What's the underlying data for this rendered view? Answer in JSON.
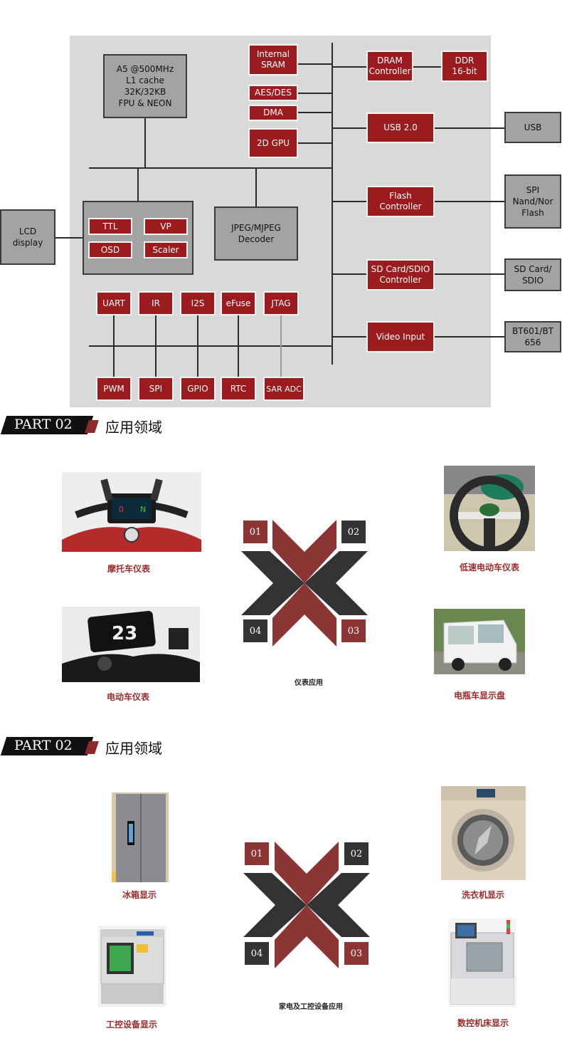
{
  "diagram": {
    "cpu": "A5 @500MHz\nL1 cache\n32K/32KB\nFPU & NEON",
    "internal_sram": "Internal\nSRAM",
    "aes_des": "AES/DES",
    "dma": "DMA",
    "gpu_2d": "2D GPU",
    "dram_controller": "DRAM\nController",
    "ddr": "DDR\n16-bit",
    "usb20": "USB 2.0",
    "usb": "USB",
    "flash_controller": "Flash\nController",
    "spi_flash": "SPI\nNand/Nor\nFlash",
    "sd_controller": "SD Card/SDIO\nController",
    "sd_card": "SD Card/\nSDIO",
    "video_input": "Video Input",
    "bt601": "BT601/BT\n656",
    "lcd_display": "LCD\ndisplay",
    "ttl": "TTL",
    "vp": "VP",
    "osd": "OSD",
    "scaler": "Scaler",
    "jpeg_decoder": "JPEG/MJPEG\nDecoder",
    "uart": "UART",
    "ir": "IR",
    "i2s": "I2S",
    "efuse": "eFuse",
    "jtag": "JTAG",
    "pwm": "PWM",
    "spi": "SPI",
    "gpio": "GPIO",
    "rtc": "RTC",
    "sar_adc": "SAR ADC"
  },
  "section1": {
    "part_label": "PART 02",
    "title": "应用领域",
    "center_caption": "仪表应用",
    "nums": [
      "01",
      "02",
      "03",
      "04"
    ],
    "items": [
      {
        "caption": "摩托车仪表",
        "icon": "motorcycle-dashboard-photo"
      },
      {
        "caption": "低速电动车仪表",
        "icon": "steering-wheel-photo"
      },
      {
        "caption": "电动车仪表",
        "icon": "ebike-meter-photo"
      },
      {
        "caption": "电瓶车显示盘",
        "icon": "electric-cart-photo"
      }
    ],
    "meter_digits": "23"
  },
  "section2": {
    "part_label": "PART 02",
    "title": "应用领域",
    "center_caption": "家电及工控设备应用",
    "nums": [
      "01",
      "02",
      "03",
      "04"
    ],
    "items": [
      {
        "caption": "冰箱显示",
        "icon": "fridge-photo"
      },
      {
        "caption": "洗衣机显示",
        "icon": "washing-machine-photo"
      },
      {
        "caption": "工控设备显示",
        "icon": "industrial-chamber-photo"
      },
      {
        "caption": "数控机床显示",
        "icon": "cnc-machine-photo"
      }
    ]
  },
  "colors": {
    "accent_red": "#9b1b1e",
    "caption_red": "#9b2b2b",
    "x_dark": "#333333",
    "x_red": "#8c3535"
  }
}
